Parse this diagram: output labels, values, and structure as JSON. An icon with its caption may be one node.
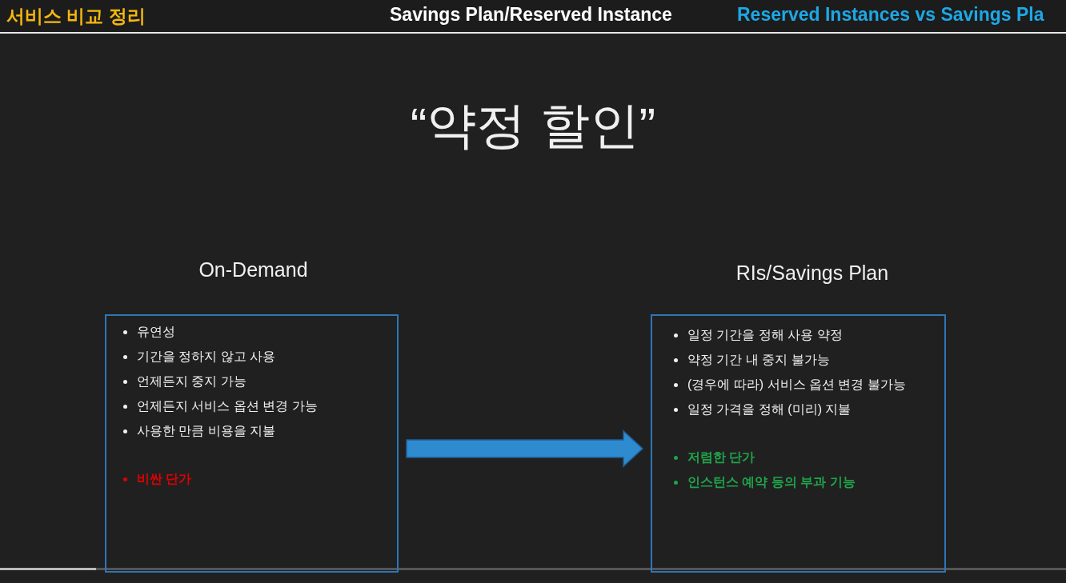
{
  "diagram": {
    "title": "“약정 할인”",
    "nodes": [
      {
        "text": [
          "On-Demand",
          "유연성",
          "기간을 정하지 않고 사용",
          "언제든지 중지 가능",
          "언제든지 서비스 옵션 변경 가능",
          "사용한 만큼 비용을 지불",
          "비싼 단가"
        ]
      },
      {
        "text": [
          "RIs/Savings Plan",
          "일정 기간을 정해 사용 약정",
          "약정 기간 내 중지 불가능",
          "(경우에 따라) 서비스 옵션 변경 불가능",
          "일정 가격을 정해 (미리) 지불",
          "저렴한 단가",
          "인스턴스 예약 등의 부과 기능"
        ]
      }
    ],
    "edges": [
      {
        "from": 0,
        "to": 1,
        "arrow": "to",
        "style": "thick",
        "color": "#2e8bd0"
      }
    ],
    "labels": [
      "서비스 비교 정리",
      "Savings Plan/Reserved Instance",
      "Reserved Instances vs Savings Pla"
    ]
  }
}
